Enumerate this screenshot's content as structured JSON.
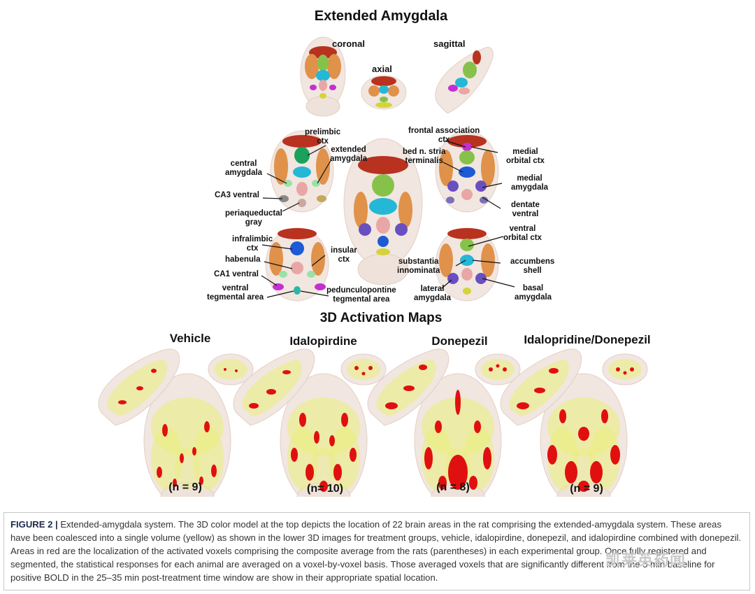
{
  "titles": {
    "main": "Extended Amygdala",
    "maps": "3D Activation Maps"
  },
  "views": {
    "coronal": "coronal",
    "axial": "axial",
    "sagittal": "sagittal"
  },
  "labels": {
    "prelimbic": "prelimbic\nctx",
    "extended_amygdala": "extended\namygdala",
    "central_amygdala": "central\namygdala",
    "ca3_ventral": "CA3 ventral",
    "periaqueductal": "periaqueductal\ngray",
    "infralimbic": "infralimbic\nctx",
    "insular": "insular\nctx",
    "habenula": "habenula",
    "ca1_ventral": "CA1 ventral",
    "ventral_tegmental": "ventral\ntegmental area",
    "pedunculopontine": "pedunculopontine\ntegmental area",
    "frontal_association": "frontal association\nctx",
    "bed_n_stria": "bed n. stria\nterminalis",
    "medial_orbital": "medial\norbital ctx",
    "medial_amygdala": "medial\namygdala",
    "dentate_ventral": "dentate\nventral",
    "ventral_orbital": "ventral\norbital ctx",
    "substantia": "substantia\ninnominata",
    "accumbens": "accumbens\nshell",
    "lateral_amygdala": "lateral\namygdala",
    "basal_amygdala": "basal\namygdala"
  },
  "groups": [
    {
      "name": "Vehicle",
      "n": "(n = 9)"
    },
    {
      "name": "Idalopirdine",
      "n": "(n= 10)"
    },
    {
      "name": "Donepezil",
      "n": "(n = 8)"
    },
    {
      "name": "Idalopridine/Donepezil",
      "n": "(n = 9)"
    }
  ],
  "caption": {
    "label": "FIGURE 2 |",
    "text": " Extended-amygdala system. The 3D color model at the top depicts the location of 22 brain areas in the rat comprising the extended-amygdala system. These areas have been coalesced into a single volume (yellow) as shown in the lower 3D images for treatment groups, vehicle, idalopirdine, donepezil, and idalopirdine combined with donepezil. Areas in red are the localization of the activated voxels comprising the composite average from the rats (parentheses) in each experimental group. Once fully registered and segmented, the statistical responses for each animal are averaged on a voxel-by-voxel basis. Those averaged voxels that are significantly different from the 5 min baseline for positive BOLD in the 25–35 min post-treatment time window are show in their appropriate spatial location."
  },
  "watermark": "凯莱英药闻",
  "colors": {
    "brain": "#f1e6e0",
    "cortex_red": "#b8321f",
    "orange": "#e0914a",
    "green": "#86c24a",
    "cyan": "#25b7d6",
    "blue": "#1d5bd6",
    "purple": "#6a4fc1",
    "magenta": "#c42fd1",
    "pink": "#e9a6a6",
    "yellow_volume": "#e9ee7a",
    "activation_red": "#e01010",
    "caption_label": "#1f2a4d"
  }
}
